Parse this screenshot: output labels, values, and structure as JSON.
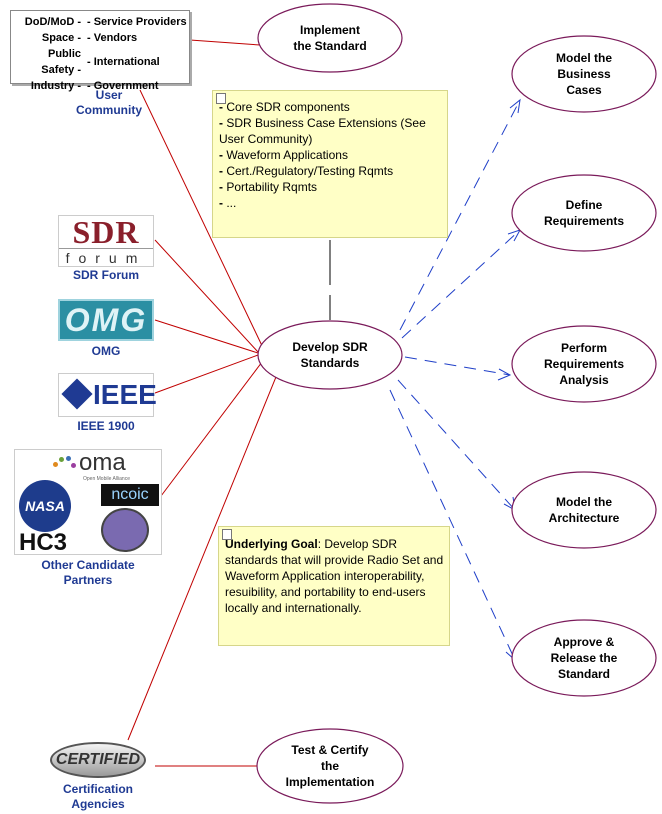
{
  "user_community_table": {
    "rows": [
      {
        "left": "DoD/MoD -",
        "right": "- Service Providers"
      },
      {
        "left": "Space -",
        "right": "- Vendors"
      },
      {
        "left": "Public Safety -",
        "right": "- International"
      },
      {
        "left": "Industry -",
        "right": "- Government"
      }
    ]
  },
  "actors": {
    "user_community": "User\nCommunity",
    "sdr_forum": "SDR Forum",
    "omg": "OMG",
    "ieee": "IEEE 1900",
    "other_partners": "Other Candidate\nPartners",
    "cert_agencies": "Certification\nAgencies"
  },
  "logos": {
    "sdr_top": "SDR",
    "sdr_bottom": "forum",
    "omg": "OMG",
    "ieee": "IEEE",
    "oma": "oma",
    "oma_sub": "Open Mobile Alliance",
    "nasa": "NASA",
    "ncoic": "ncoic",
    "hc3": "HC3",
    "certified": "CERTIFIED"
  },
  "use_cases": {
    "implement": [
      "Implement",
      "the Standard"
    ],
    "develop": [
      "Develop SDR",
      "Standards"
    ],
    "test": [
      "Test & Certify",
      "the",
      "Implementation"
    ],
    "model_business": [
      "Model the",
      "Business",
      "Cases"
    ],
    "define_req": [
      "Define",
      "Requirements"
    ],
    "perform_req": [
      "Perform",
      "Requirements",
      "Analysis"
    ],
    "model_arch": [
      "Model the",
      "Architecture"
    ],
    "approve": [
      "Approve &",
      "Release the",
      "Standard"
    ]
  },
  "note_top": {
    "items": [
      "Core SDR components",
      "SDR Business Case Extensions (See User Community)",
      "Waveform Applications",
      "Cert./Regulatory/Testing Rqmts",
      "Portability Rqmts",
      "..."
    ]
  },
  "note_bottom": {
    "bold": "Underlying Goal",
    "text": ": Develop SDR standards that will provide Radio Set and Waveform Application interoperability, resuibility, and portability to end-users locally and internationally."
  },
  "colors": {
    "actor_line": "#c00000",
    "include_line": "#1f3fc8",
    "ellipse_stroke": "#7a1a5a",
    "note_bg": "#ffffc6",
    "caption": "#1f3a93"
  }
}
